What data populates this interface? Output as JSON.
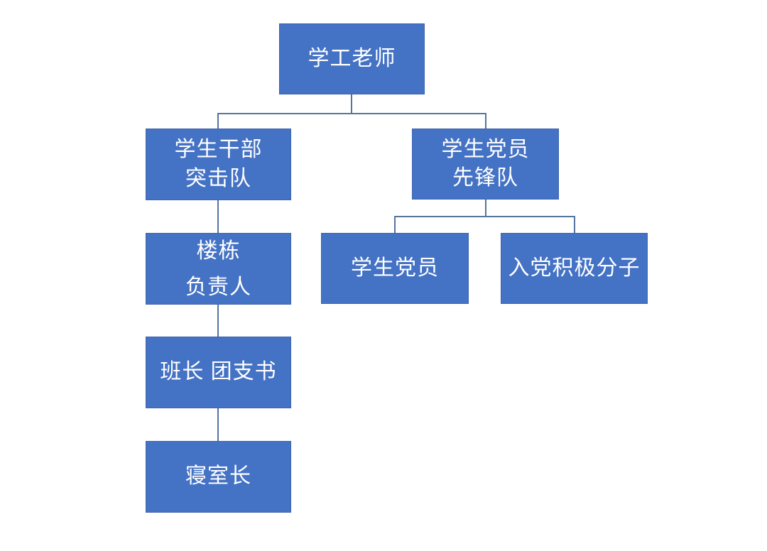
{
  "diagram": {
    "type": "org-chart",
    "colors": {
      "background": "#ffffff",
      "node_fill": "#4472c4",
      "node_border": "#3d64ae",
      "node_text": "#ffffff",
      "connector": "#54759e"
    },
    "nodes": {
      "teacher": {
        "lines": [
          "学工老师"
        ]
      },
      "cadre": {
        "lines": [
          "学生干部",
          "突击队"
        ]
      },
      "pioneer": {
        "lines": [
          "学生党员",
          "先锋队"
        ]
      },
      "building": {
        "lines": [
          "楼栋",
          "负责人"
        ]
      },
      "party": {
        "lines": [
          "学生党员"
        ]
      },
      "activist": {
        "lines": [
          "入党积极分子"
        ]
      },
      "monitor": {
        "lines": [
          "班长 团支书"
        ]
      },
      "dorm": {
        "lines": [
          "寝室长"
        ]
      }
    },
    "edges": [
      {
        "from": "teacher",
        "to": "cadre"
      },
      {
        "from": "teacher",
        "to": "pioneer"
      },
      {
        "from": "cadre",
        "to": "building"
      },
      {
        "from": "building",
        "to": "monitor"
      },
      {
        "from": "monitor",
        "to": "dorm"
      },
      {
        "from": "pioneer",
        "to": "party"
      },
      {
        "from": "pioneer",
        "to": "activist"
      }
    ]
  }
}
